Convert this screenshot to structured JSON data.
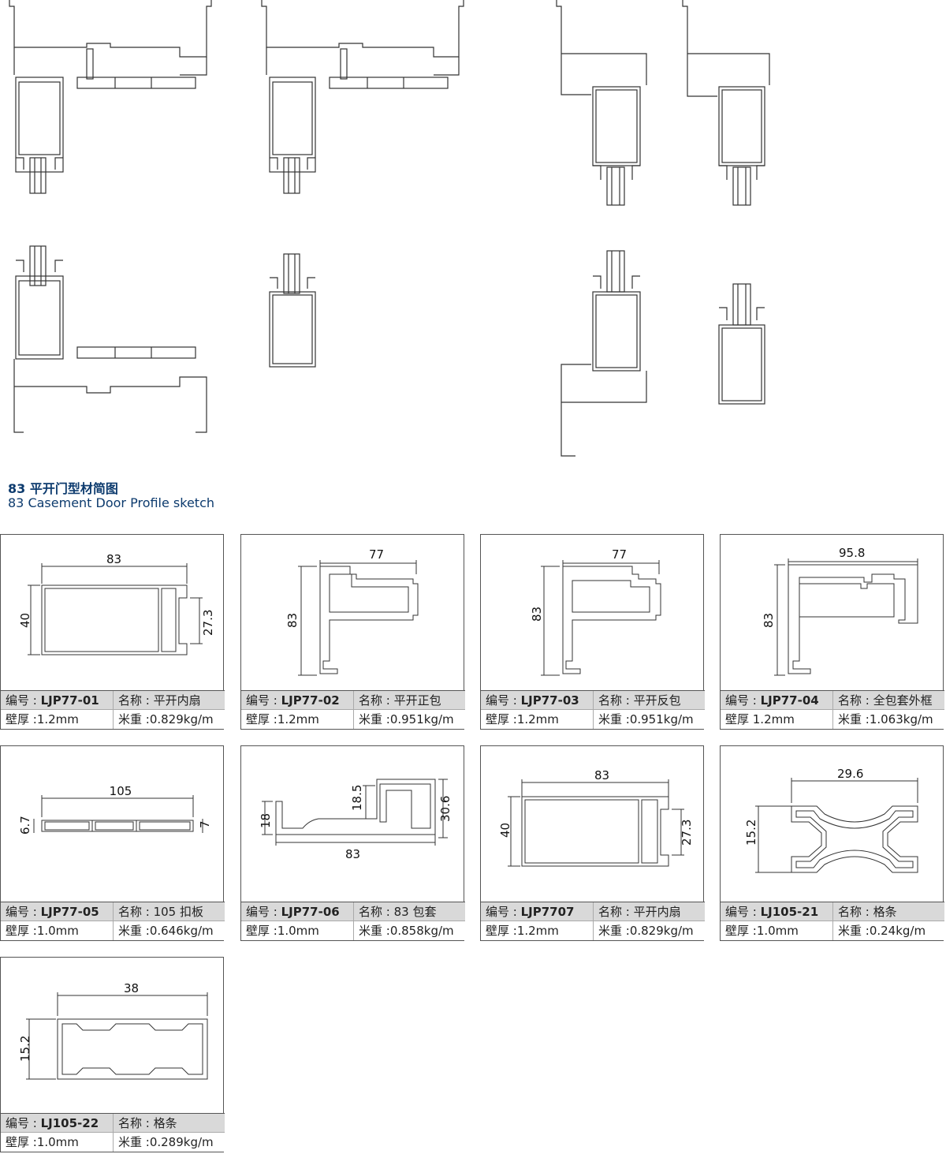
{
  "heading": {
    "zh": "83 平开门型材简图",
    "en": "83 Casement Door Profile sketch"
  },
  "labels": {
    "code": "编号 : ",
    "name": "名称 : ",
    "wall_a": "壁厚 :",
    "weight": "米重 :"
  },
  "cards": [
    {
      "code": "LJP77-01",
      "name": "平开内扇",
      "wall": "壁厚 :1.2mm",
      "weight": "0.829kg/m",
      "dims": [
        "83",
        "40",
        "27.3"
      ]
    },
    {
      "code": "LJP77-02",
      "name": "平开正包",
      "wall": "壁厚 :1.2mm",
      "weight": "0.951kg/m",
      "dims": [
        "77",
        "83"
      ]
    },
    {
      "code": "LJP77-03",
      "name": "平开反包",
      "wall": "壁厚 :1.2mm",
      "weight": "0.951kg/m",
      "dims": [
        "77",
        "83"
      ]
    },
    {
      "code": "LJP77-04",
      "name": "全包套外框",
      "wall": "壁厚 1.2mm",
      "weight": "1.063kg/m",
      "dims": [
        "95.8",
        "83"
      ]
    },
    {
      "code": "LJP77-05",
      "name": "105 扣板",
      "wall": "壁厚 :1.0mm",
      "weight": "0.646kg/m",
      "dims": [
        "105",
        "6.7",
        "7"
      ]
    },
    {
      "code": "LJP77-06",
      "name": "83 包套",
      "wall": "壁厚 :1.0mm",
      "weight": "0.858kg/m",
      "dims": [
        "18.5",
        "30.6",
        "18",
        "83"
      ]
    },
    {
      "code": "LJP7707",
      "name": "平开内扇",
      "wall": "壁厚 :1.2mm",
      "weight": "0.829kg/m",
      "dims": [
        "83",
        "40",
        "27.3"
      ]
    },
    {
      "code": "LJ105-21",
      "name": "格条",
      "wall": "壁厚 :1.0mm",
      "weight": "0.24kg/m",
      "dims": [
        "29.6",
        "15.2"
      ]
    },
    {
      "code": "LJ105-22",
      "name": "格条",
      "wall": "壁厚 :1.0mm",
      "weight": "0.289kg/m",
      "dims": [
        "38",
        "15.2"
      ]
    }
  ]
}
